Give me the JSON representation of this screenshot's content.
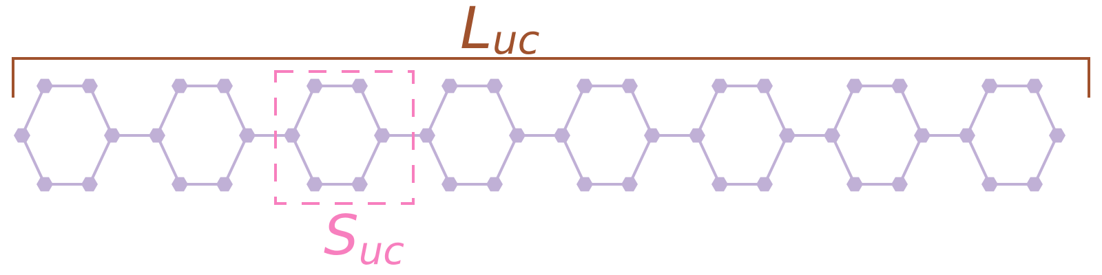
{
  "labels": {
    "large_cell": {
      "main": "L",
      "sub": "uc"
    },
    "small_cell": {
      "main": "S",
      "sub": "uc"
    }
  },
  "structure": {
    "ring_count": 8,
    "highlighted_ring": 3
  },
  "colors": {
    "molecule": "#c0b0d6",
    "large_cell": "#a0522d",
    "small_cell": "#f77fbe",
    "background": "#ffffff"
  }
}
